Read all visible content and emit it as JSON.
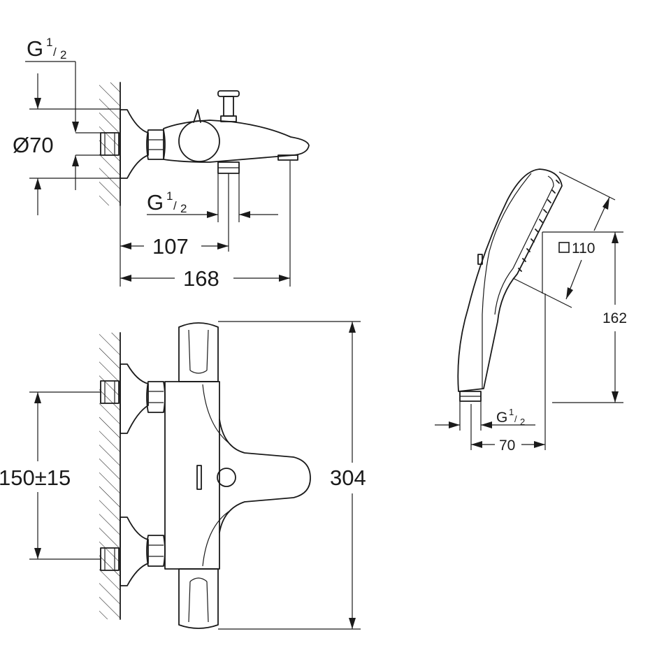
{
  "labels": {
    "thread_top": {
      "g": "G",
      "num": "1",
      "den": "2"
    },
    "diameter": "Ø70",
    "thread_outlet": {
      "g": "G",
      "num": "1",
      "den": "2"
    },
    "depth_outlet": "107",
    "depth_spout": "168",
    "inlet_spacing": "150±15",
    "height_body": "304",
    "head_size": "110",
    "hand_length": "162",
    "thread_hand": {
      "g": "G",
      "num": "1",
      "den": "2"
    },
    "hand_width": "70"
  },
  "colors": {
    "line": "#1a1a1a",
    "background": "#ffffff"
  }
}
